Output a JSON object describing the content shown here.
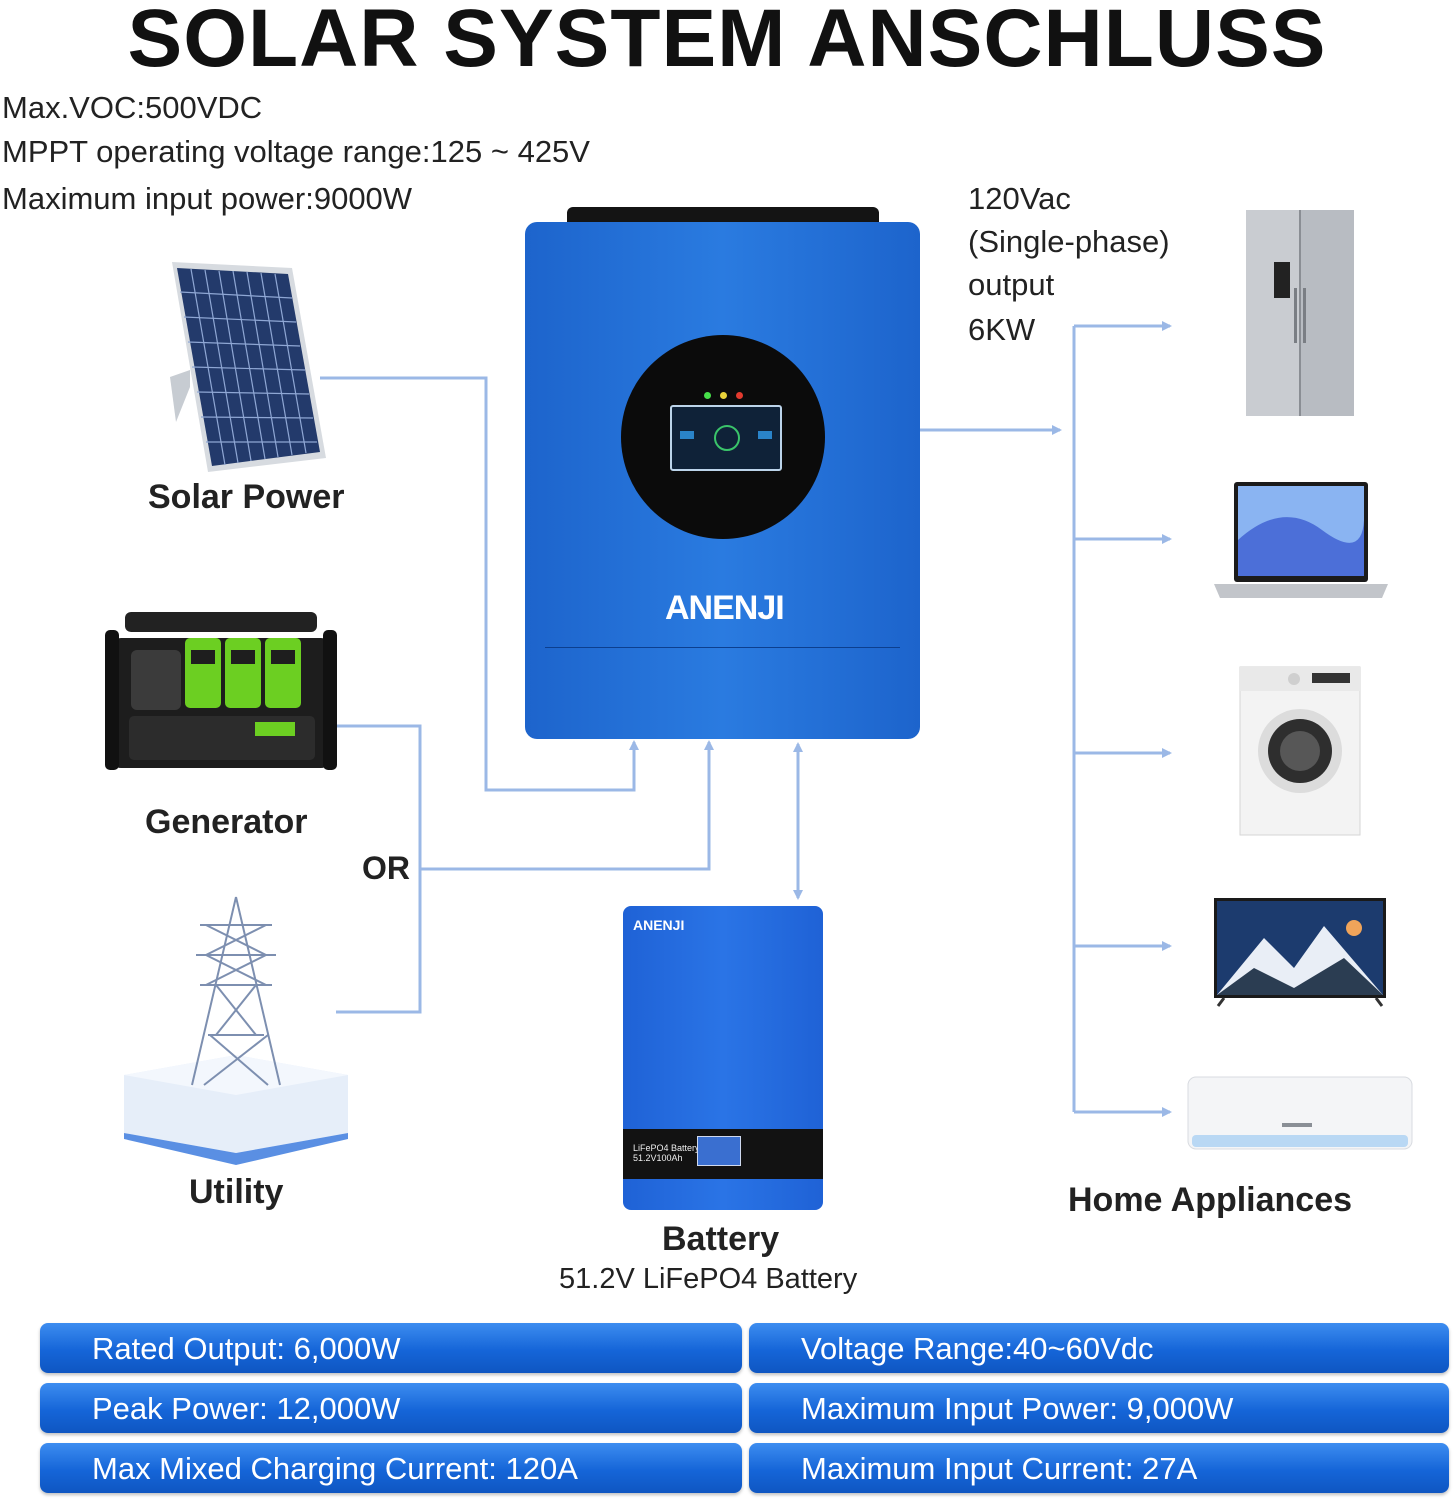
{
  "title": "SOLAR SYSTEM ANSCHLUSS",
  "specs": [
    "Max.VOC:500VDC",
    "MPPT operating voltage range:125 ~ 425V",
    "Maximum input power:9000W"
  ],
  "output": {
    "line1": "120Vac",
    "line2": "(Single-phase)",
    "line3": "output",
    "line4": "6KW"
  },
  "sources": {
    "solar": "Solar Power",
    "generator": "Generator",
    "or": "OR",
    "utility": "Utility"
  },
  "inverter": {
    "brand": "ANENJI"
  },
  "battery": {
    "brand": "ANENJI",
    "label": "Battery",
    "sublabel": "51.2V LiFePO4 Battery",
    "panel_line1": "LiFePO4 Battery",
    "panel_line2": "51.2V100Ah"
  },
  "appliances_label": "Home Appliances",
  "feature_bars": [
    "Rated Output: 6,000W",
    "Voltage Range:40~60Vdc",
    "Peak Power: 12,000W",
    "Maximum Input Power: 9,000W",
    "Max Mixed Charging Current: 120A",
    "Maximum Input Current: 27A"
  ],
  "colors": {
    "wire": "#9bb8e6",
    "inverter_blue": "#1f6fd6",
    "bar_blue": "#1565d8"
  }
}
